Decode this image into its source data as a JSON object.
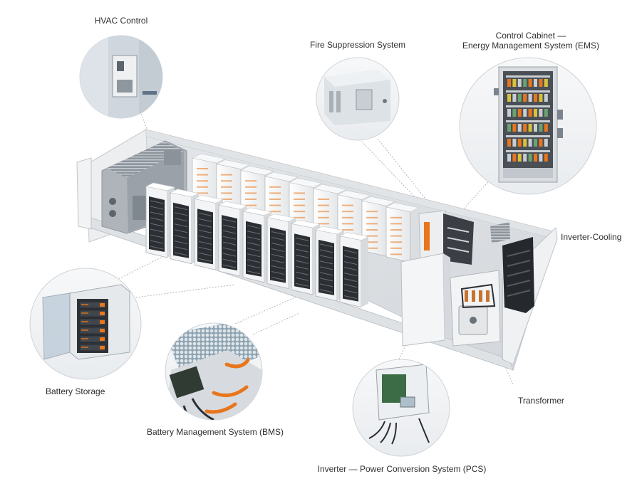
{
  "labels": {
    "hvac": "HVAC Control",
    "fire": "Fire Suppression System",
    "ems_line1": "Control Cabinet —",
    "ems_line2": "Energy Management System (EMS)",
    "inverter_cooling": "Inverter-Cooling",
    "battery_storage": "Battery Storage",
    "bms": "Battery Management System (BMS)",
    "pcs": "Inverter — Power Conversion System (PCS)",
    "transformer": "Transformer"
  },
  "colors": {
    "container": "#e9ebed",
    "panel": "#f6f7f8",
    "rack_dark": "#2b2e33",
    "accent_orange": "#e8761c",
    "callout_line": "#9aa0a6"
  }
}
